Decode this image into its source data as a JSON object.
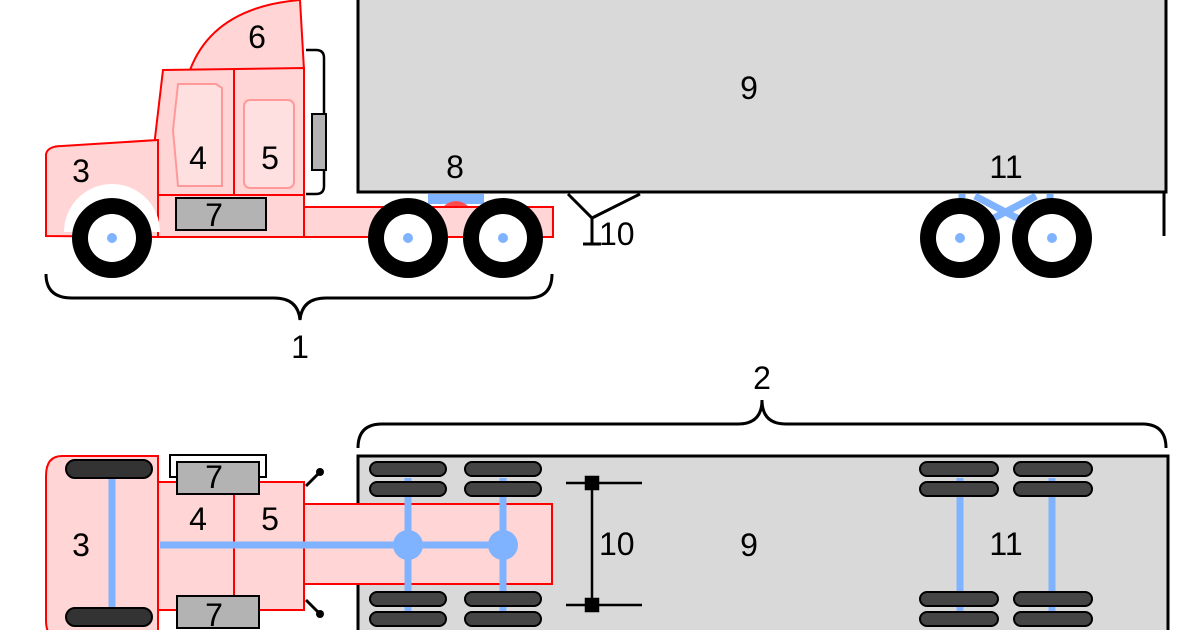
{
  "labels": {
    "tractor_brace": "1",
    "trailer_brace": "2",
    "hood_side": "3",
    "cab_front_side": "4",
    "cab_rear_side": "5",
    "fairing": "6",
    "tank_side": "7",
    "fifth_wheel": "8",
    "trailer_body_side": "9",
    "landing_gear_side": "10",
    "trailer_axles_side": "11",
    "hood_top": "3",
    "cab_front_top": "4",
    "cab_rear_top": "5",
    "tank_top_upper": "7",
    "tank_top_lower": "7",
    "landing_gear_top": "10",
    "trailer_body_top": "9",
    "trailer_axles_top": "11"
  },
  "colors": {
    "tractor_fill": "#ffd5d5",
    "tractor_stroke": "#ff0000",
    "trailer_fill": "#d9d9d9",
    "trailer_stroke": "#000000",
    "axle": "#80b3ff",
    "tire": "#000000",
    "hub": "#ffffff",
    "tank": "#b3b3b3"
  }
}
